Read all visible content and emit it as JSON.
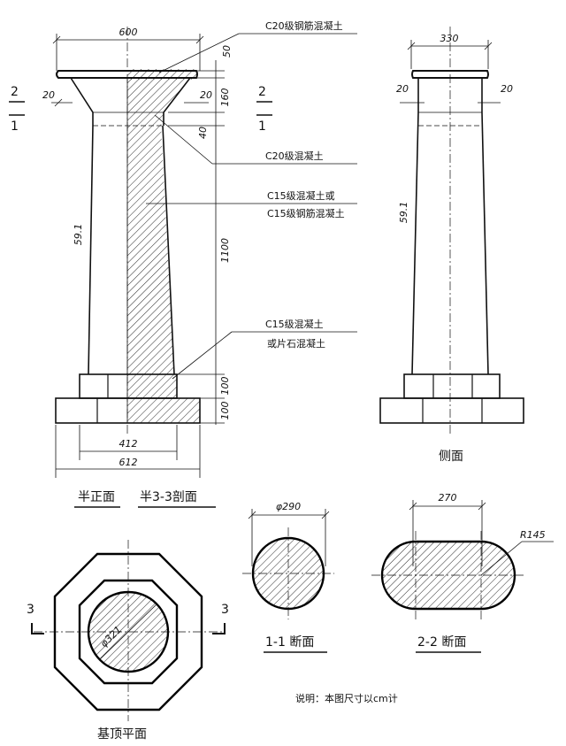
{
  "dims": {
    "top_width": "600",
    "side_top_width": "330",
    "cap_h": "50",
    "neck_h": "160",
    "dim_40": "40",
    "shaft_h": "1100",
    "base1_h": "100",
    "base2_h": "100",
    "offset_20": "20",
    "batter": "59.1",
    "side_batter": "59.1",
    "base_w1": "412",
    "base_w2": "612",
    "dia_290": "φ290",
    "len_270": "270",
    "r_145": "R145",
    "dia_321": "φ321"
  },
  "labels": {
    "c20_rc": "C20级钢筋混凝土",
    "c20": "C20级混凝土",
    "c15_or_line1": "C15级混凝土或",
    "c15_or_line2": "C15级钢筋混凝土",
    "c15_rubble_line1": "C15级混凝土",
    "c15_rubble_line2": "或片石混凝土",
    "sec2": "2",
    "sec1": "1",
    "sec3": "3"
  },
  "captions": {
    "half_front": "半正面",
    "half_section": "半3-3剖面",
    "side": "侧面",
    "sec11": "1-1 断面",
    "sec22": "2-2 断面",
    "plan": "基顶平面",
    "note": "说明：本图尺寸以cm计"
  }
}
